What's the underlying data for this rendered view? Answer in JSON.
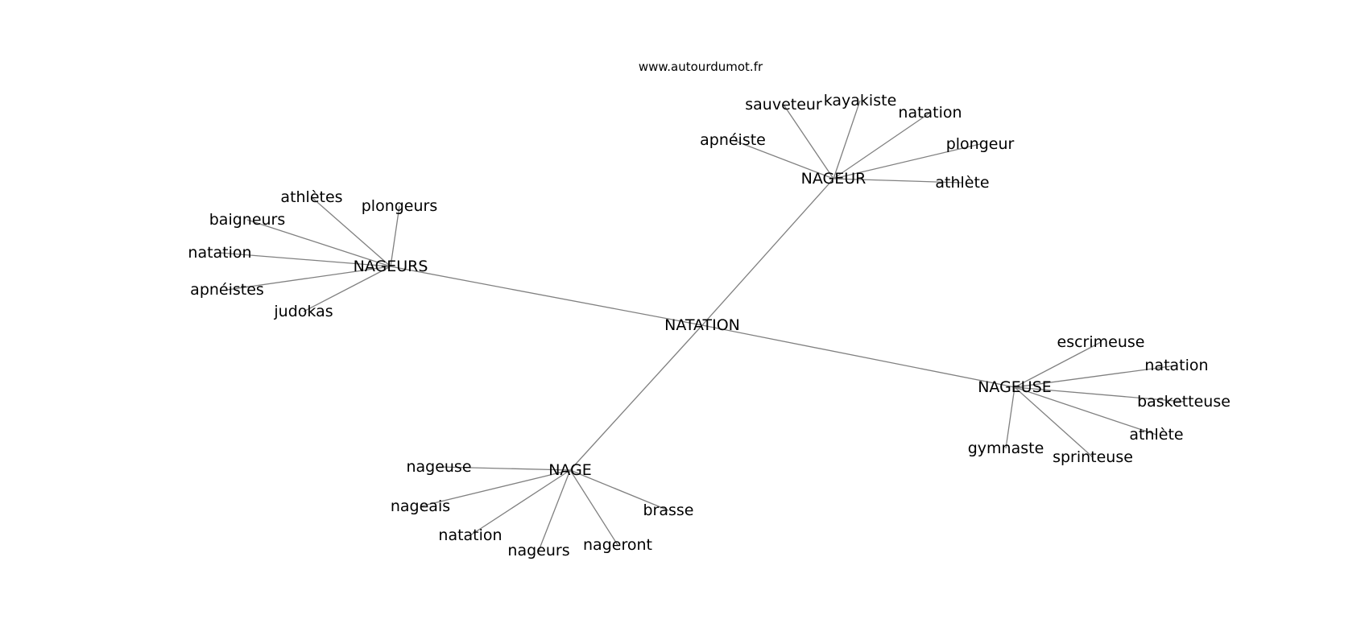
{
  "source": "www.autourdumot.fr",
  "graph": {
    "center": "NATATION",
    "hubs": [
      {
        "label": "NAGEUR",
        "words": [
          "sauveteur",
          "kayakiste",
          "natation",
          "apnéiste",
          "plongeur",
          "athlète"
        ]
      },
      {
        "label": "NAGEURS",
        "words": [
          "athlètes",
          "plongeurs",
          "baigneurs",
          "natation",
          "apnéistes",
          "judokas"
        ]
      },
      {
        "label": "NAGEUSE",
        "words": [
          "escrimeuse",
          "natation",
          "basketteuse",
          "athlète",
          "gymnaste",
          "sprinteuse"
        ]
      },
      {
        "label": "NAGE",
        "words": [
          "nageuse",
          "nageais",
          "natation",
          "nageurs",
          "nageront",
          "brasse"
        ]
      }
    ]
  }
}
